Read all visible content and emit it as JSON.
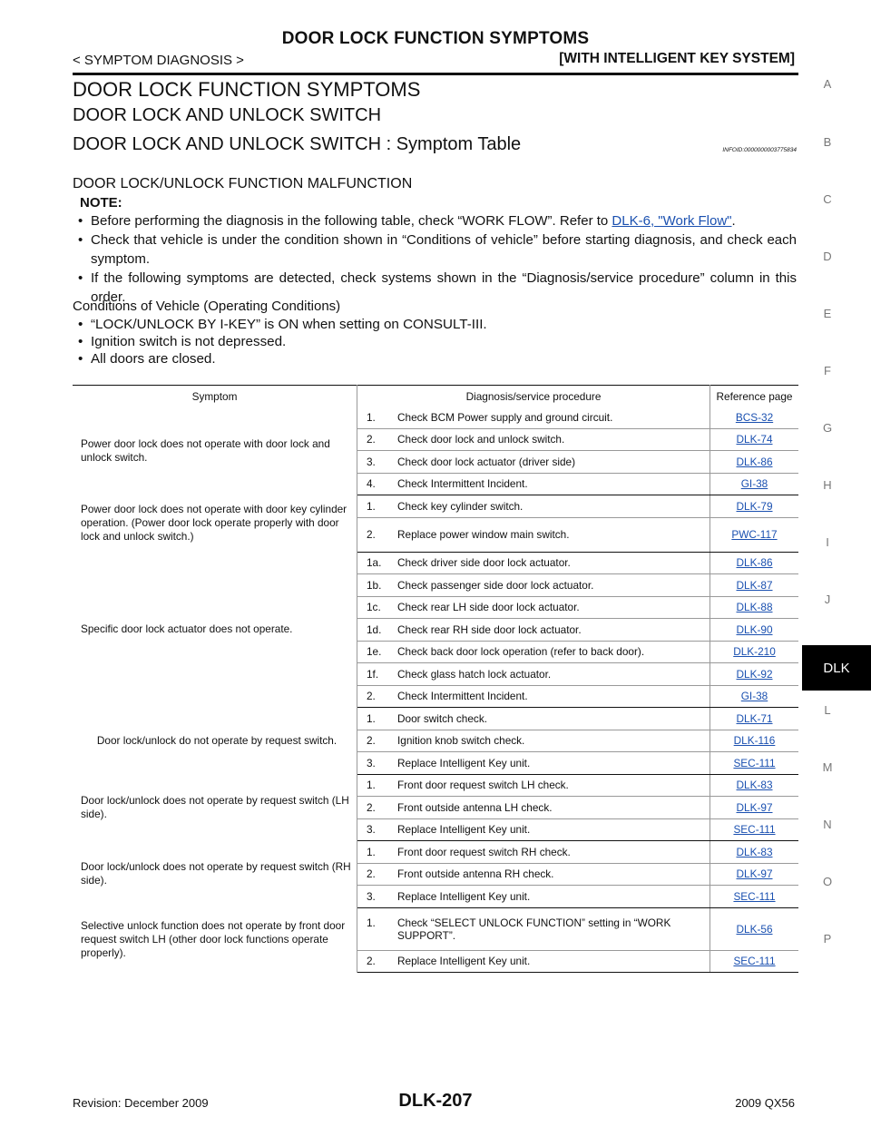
{
  "header": {
    "title": "DOOR LOCK FUNCTION SYMPTOMS",
    "section": "< SYMPTOM DIAGNOSIS >",
    "system": "[WITH INTELLIGENT KEY SYSTEM]"
  },
  "headings": {
    "h1": "DOOR LOCK FUNCTION SYMPTOMS",
    "h2": "DOOR LOCK AND UNLOCK SWITCH",
    "h3": "DOOR LOCK AND UNLOCK SWITCH : Symptom Table",
    "infoid": "INFOID:0000000003775834",
    "h4": "DOOR LOCK/UNLOCK FUNCTION MALFUNCTION"
  },
  "note": {
    "label": "NOTE:",
    "item1_text": "Before performing the diagnosis in the following table, check “WORK FLOW”. Refer to ",
    "item1_link": "DLK-6, \"Work Flow\"",
    "item1_end": ".",
    "item2": "Check that vehicle is under the condition shown in “Conditions of vehicle” before starting diagnosis, and check each symptom.",
    "item3": "If the following symptoms are detected, check systems shown in the “Diagnosis/service procedure” column in this order."
  },
  "conditions": {
    "title": "Conditions of Vehicle (Operating Conditions)",
    "items": [
      "“LOCK/UNLOCK BY I-KEY” is ON when setting on CONSULT-III.",
      "Ignition switch is not depressed.",
      "All doors are closed."
    ]
  },
  "table": {
    "headers": [
      "Symptom",
      "Diagnosis/service procedure",
      "Reference page"
    ],
    "groups": [
      {
        "symptom": "Power door lock does not operate with door lock and unlock switch.",
        "rows": [
          {
            "step": "1.",
            "desc": "Check BCM Power supply and ground circuit.",
            "ref": "BCS-32"
          },
          {
            "step": "2.",
            "desc": "Check door lock and unlock switch.",
            "ref": "DLK-74"
          },
          {
            "step": "3.",
            "desc": "Check door lock actuator (driver side)",
            "ref": "DLK-86"
          },
          {
            "step": "4.",
            "desc": "Check Intermittent Incident.",
            "ref": "GI-38"
          }
        ]
      },
      {
        "symptom": "Power door lock does not operate with door key cylinder operation. (Power door lock operate properly with door lock and unlock switch.)",
        "rows": [
          {
            "step": "1.",
            "desc": "Check key cylinder switch.",
            "ref": "DLK-79"
          },
          {
            "step": "2.",
            "desc": "Replace power window main switch.",
            "ref": "PWC-117"
          }
        ]
      },
      {
        "symptom": "Specific door lock actuator does not operate.",
        "rows": [
          {
            "step": "1a.",
            "desc": "Check driver side door lock actuator.",
            "ref": "DLK-86"
          },
          {
            "step": "1b.",
            "desc": "Check passenger side door lock actuator.",
            "ref": "DLK-87"
          },
          {
            "step": "1c.",
            "desc": "Check rear LH side door lock actuator.",
            "ref": "DLK-88"
          },
          {
            "step": "1d.",
            "desc": "Check rear RH side door lock actuator.",
            "ref": "DLK-90"
          },
          {
            "step": "1e.",
            "desc": "Check back door lock operation (refer to back door).",
            "ref": "DLK-210"
          },
          {
            "step": "1f.",
            "desc": "Check glass hatch lock actuator.",
            "ref": "DLK-92"
          },
          {
            "step": "2.",
            "desc": "Check Intermittent Incident.",
            "ref": "GI-38"
          }
        ]
      },
      {
        "symptom": "Door lock/unlock do not operate by request switch.",
        "rows": [
          {
            "step": "1.",
            "desc": "Door switch check.",
            "ref": "DLK-71"
          },
          {
            "step": "2.",
            "desc": "Ignition knob switch check.",
            "ref": "DLK-116"
          },
          {
            "step": "3.",
            "desc": "Replace Intelligent Key unit.",
            "ref": "SEC-111"
          }
        ]
      },
      {
        "symptom": "Door lock/unlock does not operate by request switch (LH side).",
        "rows": [
          {
            "step": "1.",
            "desc": "Front door request switch LH check.",
            "ref": "DLK-83"
          },
          {
            "step": "2.",
            "desc": "Front outside antenna LH check.",
            "ref": "DLK-97"
          },
          {
            "step": "3.",
            "desc": "Replace Intelligent Key unit.",
            "ref": "SEC-111"
          }
        ]
      },
      {
        "symptom": "Door lock/unlock does not operate by request switch (RH side).",
        "rows": [
          {
            "step": "1.",
            "desc": "Front door request switch RH check.",
            "ref": "DLK-83"
          },
          {
            "step": "2.",
            "desc": "Front outside antenna RH check.",
            "ref": "DLK-97"
          },
          {
            "step": "3.",
            "desc": "Replace Intelligent Key unit.",
            "ref": "SEC-111"
          }
        ]
      },
      {
        "symptom": "Selective unlock function does not operate by front door request switch LH (other door lock functions operate properly).",
        "rows": [
          {
            "step": "1.",
            "desc": "Check “SELECT UNLOCK FUNCTION” setting in “WORK SUPPORT”.",
            "ref": "DLK-56"
          },
          {
            "step": "2.",
            "desc": "Replace Intelligent Key unit.",
            "ref": "SEC-111"
          }
        ]
      }
    ]
  },
  "side_index": {
    "letters": [
      "A",
      "B",
      "C",
      "D",
      "E",
      "F",
      "G",
      "H",
      "I",
      "J",
      "L",
      "M",
      "N",
      "O",
      "P"
    ],
    "active": "DLK"
  },
  "footer": {
    "revision": "Revision: December 2009",
    "page": "DLK-207",
    "model": "2009 QX56"
  },
  "colors": {
    "link": "#1a50b0",
    "active_tab_bg": "#000000"
  }
}
